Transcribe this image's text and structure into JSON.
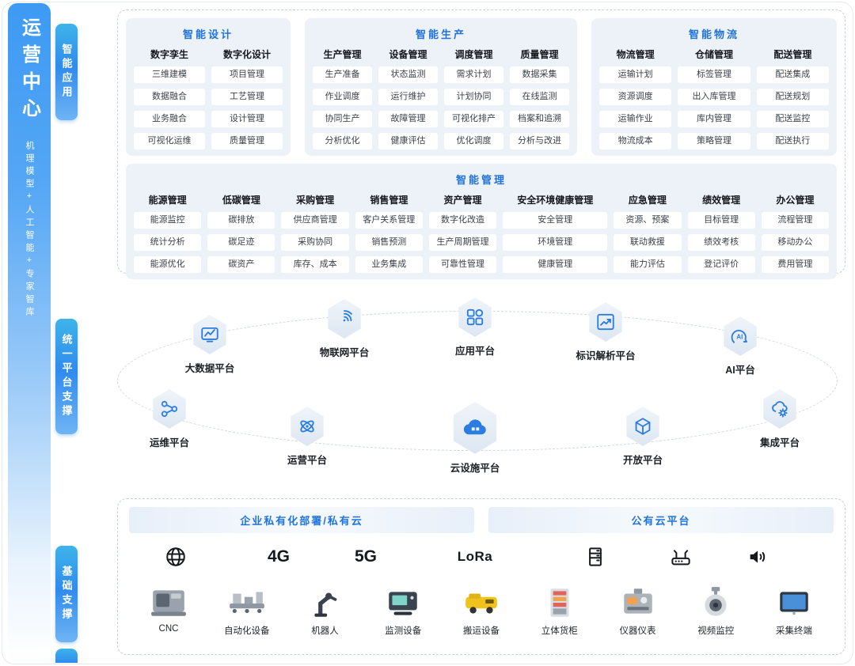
{
  "sidebar": {
    "title": "运营中心",
    "subtitle": "机理模型+人工智能+专家智库"
  },
  "section_tabs": {
    "apps": "智能应用",
    "platform": "统一平台支撑",
    "base": "基础支撑"
  },
  "colors": {
    "accent_blue": "#2073dc",
    "tab_gradient_top": "#3eb4e9",
    "tab_gradient_bottom": "#2f8bee",
    "panel_bg": "#edf2f9"
  },
  "app_groups": [
    {
      "title": "智能设计",
      "columns": [
        {
          "header": "数字孪生",
          "items": [
            "三维建模",
            "数据融合",
            "业务融合",
            "可视化运维"
          ]
        },
        {
          "header": "数字化设计",
          "items": [
            "项目管理",
            "工艺管理",
            "设计管理",
            "质量管理"
          ]
        }
      ]
    },
    {
      "title": "智能生产",
      "columns": [
        {
          "header": "生产管理",
          "items": [
            "生产准备",
            "作业调度",
            "协同生产",
            "分析优化"
          ]
        },
        {
          "header": "设备管理",
          "items": [
            "状态监测",
            "运行维护",
            "故障管理",
            "健康评估"
          ]
        },
        {
          "header": "调度管理",
          "items": [
            "需求计划",
            "计划协同",
            "可视化排产",
            "优化调度"
          ]
        },
        {
          "header": "质量管理",
          "items": [
            "数据采集",
            "在线监测",
            "档案和追溯",
            "分析与改进"
          ]
        }
      ]
    },
    {
      "title": "智能物流",
      "columns": [
        {
          "header": "物流管理",
          "items": [
            "运输计划",
            "资源调度",
            "运输作业",
            "物流成本"
          ]
        },
        {
          "header": "仓储管理",
          "items": [
            "标签管理",
            "出入库管理",
            "库内管理",
            "策略管理"
          ]
        },
        {
          "header": "配送管理",
          "items": [
            "配送集成",
            "配送规划",
            "配送监控",
            "配送执行"
          ]
        }
      ]
    }
  ],
  "management_group": {
    "title": "智能管理",
    "columns": [
      {
        "header": "能源管理",
        "items": [
          "能源监控",
          "统计分析",
          "能源优化"
        ]
      },
      {
        "header": "低碳管理",
        "items": [
          "碳排放",
          "碳足迹",
          "碳资产"
        ]
      },
      {
        "header": "采购管理",
        "items": [
          "供应商管理",
          "采购协同",
          "库存、成本"
        ]
      },
      {
        "header": "销售管理",
        "items": [
          "客户关系管理",
          "销售预测",
          "业务集成"
        ]
      },
      {
        "header": "资产管理",
        "items": [
          "数字化改造",
          "生产周期管理",
          "可靠性管理"
        ]
      },
      {
        "header": "安全环境健康管理",
        "items": [
          "安全管理",
          "环境管理",
          "健康管理"
        ]
      },
      {
        "header": "应急管理",
        "items": [
          "资源、预案",
          "联动救援",
          "能力评估"
        ]
      },
      {
        "header": "绩效管理",
        "items": [
          "目标管理",
          "绩效考核",
          "登记评价"
        ]
      },
      {
        "header": "办公管理",
        "items": [
          "流程管理",
          "移动办公",
          "费用管理"
        ]
      }
    ]
  },
  "platforms": [
    {
      "label": "大数据平台",
      "icon": "big-data"
    },
    {
      "label": "物联网平台",
      "icon": "iot"
    },
    {
      "label": "应用平台",
      "icon": "apps"
    },
    {
      "label": "标识解析平台",
      "icon": "id-resolution"
    },
    {
      "label": "AI平台",
      "icon": "ai"
    },
    {
      "label": "运维平台",
      "icon": "ops"
    },
    {
      "label": "运营平台",
      "icon": "operation"
    },
    {
      "label": "云设施平台",
      "icon": "cloud-facility"
    },
    {
      "label": "开放平台",
      "icon": "open"
    },
    {
      "label": "集成平台",
      "icon": "integration"
    }
  ],
  "infrastructure": {
    "private_header": "企业私有化部署/私有云",
    "public_header": "公有云平台",
    "connectivity": [
      {
        "icon": "globe-icon"
      },
      {
        "label": "4G",
        "name": "network-4g-label"
      },
      {
        "label": "5G",
        "name": "network-5g-label"
      },
      {
        "label": "LoRa",
        "name": "network-lora-label"
      },
      {
        "icon": "cabinet-icon"
      },
      {
        "icon": "router-icon"
      },
      {
        "icon": "audio-icon"
      }
    ],
    "devices": [
      {
        "label": "CNC",
        "icon": "cnc-icon"
      },
      {
        "label": "自动化设备",
        "icon": "automation-icon"
      },
      {
        "label": "机器人",
        "icon": "robot-icon"
      },
      {
        "label": "监测设备",
        "icon": "monitor-icon"
      },
      {
        "label": "搬运设备",
        "icon": "agv-icon"
      },
      {
        "label": "立体货柜",
        "icon": "rack-icon"
      },
      {
        "label": "仪器仪表",
        "icon": "instrument-icon"
      },
      {
        "label": "视频监控",
        "icon": "camera-icon"
      },
      {
        "label": "采集终端",
        "icon": "terminal-icon"
      }
    ]
  }
}
